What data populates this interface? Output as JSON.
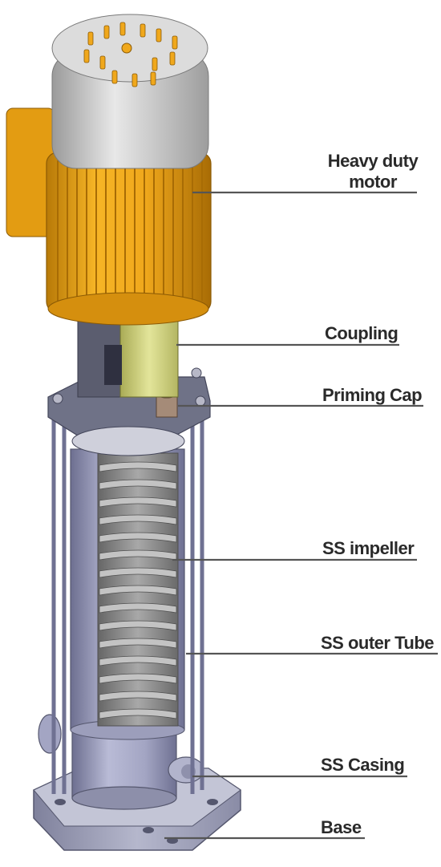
{
  "diagram": {
    "labels": {
      "motor_line1": "Heavy duty",
      "motor_line2": "motor",
      "coupling": "Coupling",
      "priming_cap": "Priming Cap",
      "impeller": "SS impeller",
      "outer_tube": "SS outer Tube",
      "casing": "SS Casing",
      "base": "Base"
    },
    "colors": {
      "motor_body": "#f0a81c",
      "motor_cap": "#d9d9d9",
      "coupling": "#d6d87a",
      "tube": "#a7a9c6",
      "impeller": "#8e8e8e",
      "base": "#a9a9c0",
      "leader_line": "#555555"
    }
  }
}
